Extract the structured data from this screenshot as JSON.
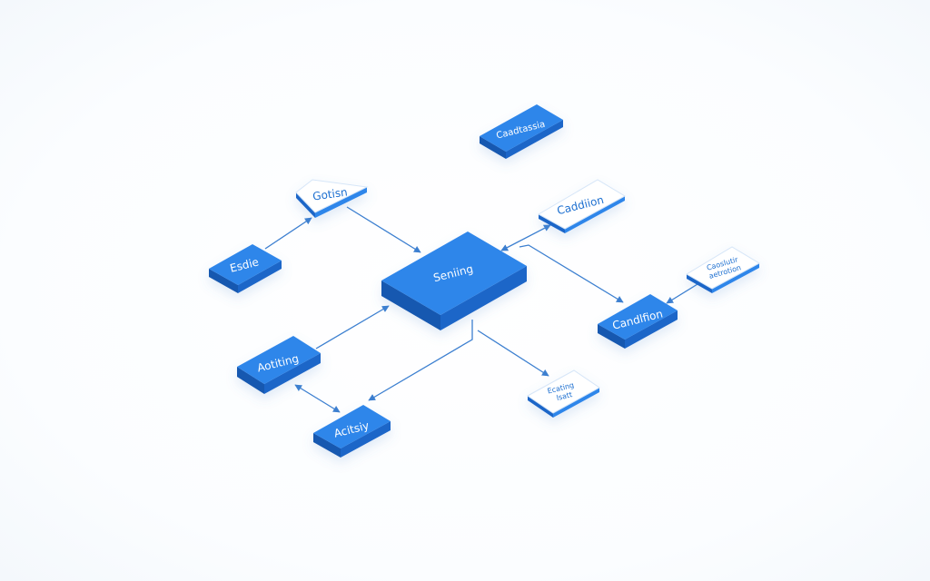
{
  "colors": {
    "accent": "#2f86ea",
    "accent_side": "#1a66c8",
    "accent_front": "#1558b0",
    "light_top": "#ffffff",
    "light_side": "#2f86ea",
    "line": "#3c7fd0"
  },
  "nodes": {
    "center": {
      "label": "Seniing",
      "style": "dark"
    },
    "top_right": {
      "label": "Caadtassia",
      "style": "dark"
    },
    "top_left_card": {
      "label": "Gotisn",
      "style": "light"
    },
    "left": {
      "label": "Esdie",
      "style": "dark"
    },
    "right_card": {
      "label": "Caddiion",
      "style": "light"
    },
    "far_right_card": {
      "label_line1": "Caoslutir",
      "label_line2": "aetrotion",
      "style": "light"
    },
    "right_lower": {
      "label": "Candlfion",
      "style": "dark"
    },
    "bottom_left": {
      "label": "Aotiting",
      "style": "dark"
    },
    "bottom_left_lower": {
      "label": "Acitsiy",
      "style": "dark"
    },
    "bottom_right_card": {
      "label_line1": "Ecating",
      "label_line2": "lsatt",
      "style": "light"
    }
  }
}
